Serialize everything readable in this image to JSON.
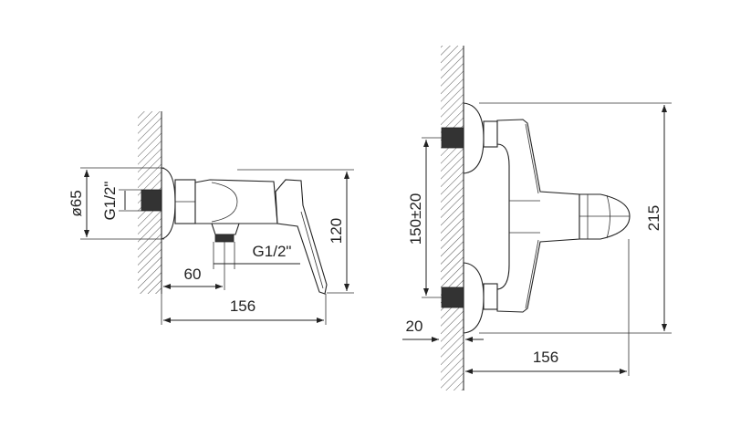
{
  "left_view": {
    "dim_flange_diameter": "ø65",
    "dim_inlet_thread": "G1/2\"",
    "dim_outlet_thread": "G1/2\"",
    "dim_outlet_offset": "60",
    "dim_depth": "156",
    "dim_height": "120"
  },
  "right_view": {
    "dim_inlet_spacing": "150±20",
    "dim_wall_protrusion": "20",
    "dim_depth": "156",
    "dim_height": "215"
  }
}
